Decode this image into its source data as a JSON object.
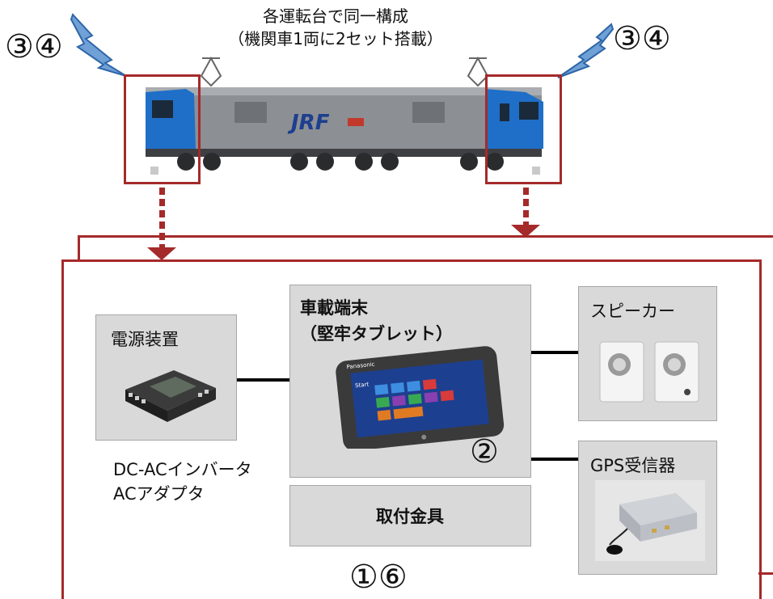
{
  "top_caption": {
    "line1": "各運転台で同一構成",
    "line2": "（機関車1両に2セット搭載）"
  },
  "antenna_labels": {
    "left": "③④",
    "right": "③④"
  },
  "power_unit": {
    "title": "電源装置",
    "sub_line1": "DC-ACインバータ",
    "sub_line2": "ACアダプタ"
  },
  "tablet": {
    "title_line1": "車載端末",
    "title_line2": "（堅牢タブレット）",
    "brand": "Panasonic",
    "screen_title": "Start",
    "number": "②"
  },
  "mount": {
    "label": "取付金具"
  },
  "speaker": {
    "label": "スピーカー"
  },
  "gps": {
    "label": "GPS受信器"
  },
  "bottom_number": "①⑥",
  "locomotive": {
    "logo": "JRF"
  },
  "colors": {
    "frame": "#a52a2a",
    "box_fill": "#d9d9d9",
    "loco_blue": "#1f6fc8",
    "loco_gray": "#8c8f94",
    "lightning": "#4a86c8"
  }
}
